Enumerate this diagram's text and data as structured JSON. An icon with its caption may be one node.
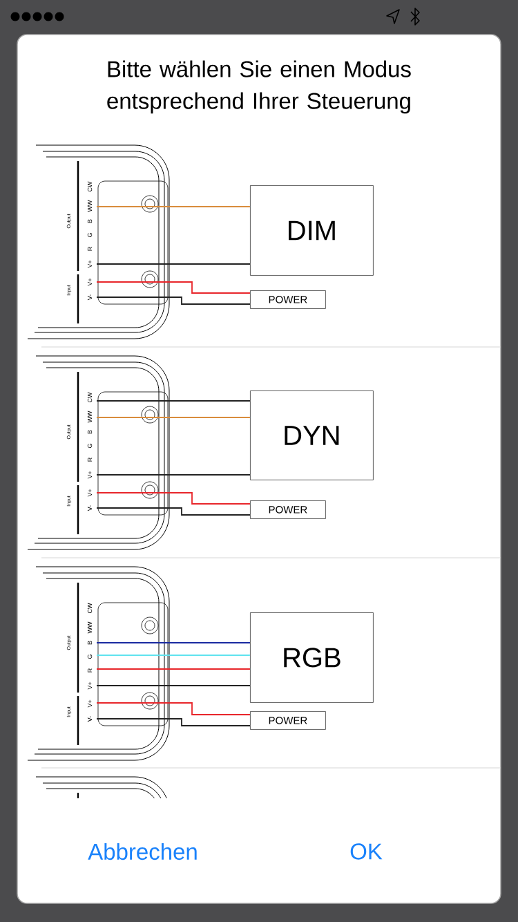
{
  "diagram": {
    "title": "Bitte wählen Sie einen Modus entsprechend Ihrer Steuerung",
    "nodes": [
      {
        "text": [
          "Output",
          "CW",
          "WW",
          "B",
          "G",
          "R",
          "V+",
          "Input",
          "V+",
          "V-"
        ]
      },
      {
        "text": [
          "DIM"
        ]
      },
      {
        "text": [
          "POWER"
        ]
      },
      {
        "text": [
          "Output",
          "CW",
          "WW",
          "B",
          "G",
          "R",
          "V+",
          "Input",
          "V+",
          "V-"
        ]
      },
      {
        "text": [
          "DYN"
        ]
      },
      {
        "text": [
          "POWER"
        ]
      },
      {
        "text": [
          "Output",
          "CW",
          "WW",
          "B",
          "G",
          "R",
          "V+",
          "Input",
          "V+",
          "V-"
        ]
      },
      {
        "text": [
          "RGB"
        ]
      },
      {
        "text": [
          "POWER"
        ]
      },
      {
        "text": [],
        "shape": "picture"
      }
    ],
    "edges": [
      {
        "from": 0,
        "to": 1,
        "arrow": "none",
        "color": "#d98c3c"
      },
      {
        "from": 0,
        "to": 1,
        "arrow": "none"
      },
      {
        "from": 0,
        "to": 2,
        "arrow": "none",
        "color": "#e8262b"
      },
      {
        "from": 0,
        "to": 2,
        "arrow": "none"
      },
      {
        "from": 3,
        "to": 4,
        "arrow": "none"
      },
      {
        "from": 3,
        "to": 4,
        "arrow": "none",
        "color": "#d98c3c"
      },
      {
        "from": 3,
        "to": 4,
        "arrow": "none"
      },
      {
        "from": 3,
        "to": 5,
        "arrow": "none",
        "color": "#e8262b"
      },
      {
        "from": 3,
        "to": 5,
        "arrow": "none"
      },
      {
        "from": 6,
        "to": 7,
        "arrow": "none",
        "color": "#1a2aa0"
      },
      {
        "from": 6,
        "to": 7,
        "arrow": "none",
        "color": "#5fe3ef"
      },
      {
        "from": 6,
        "to": 7,
        "arrow": "none",
        "color": "#e8262b"
      },
      {
        "from": 6,
        "to": 7,
        "arrow": "none"
      },
      {
        "from": 6,
        "to": 8,
        "arrow": "none",
        "color": "#e8262b"
      },
      {
        "from": 6,
        "to": 8,
        "arrow": "none"
      }
    ],
    "labels": [
      "Abbrechen",
      "OK"
    ]
  }
}
